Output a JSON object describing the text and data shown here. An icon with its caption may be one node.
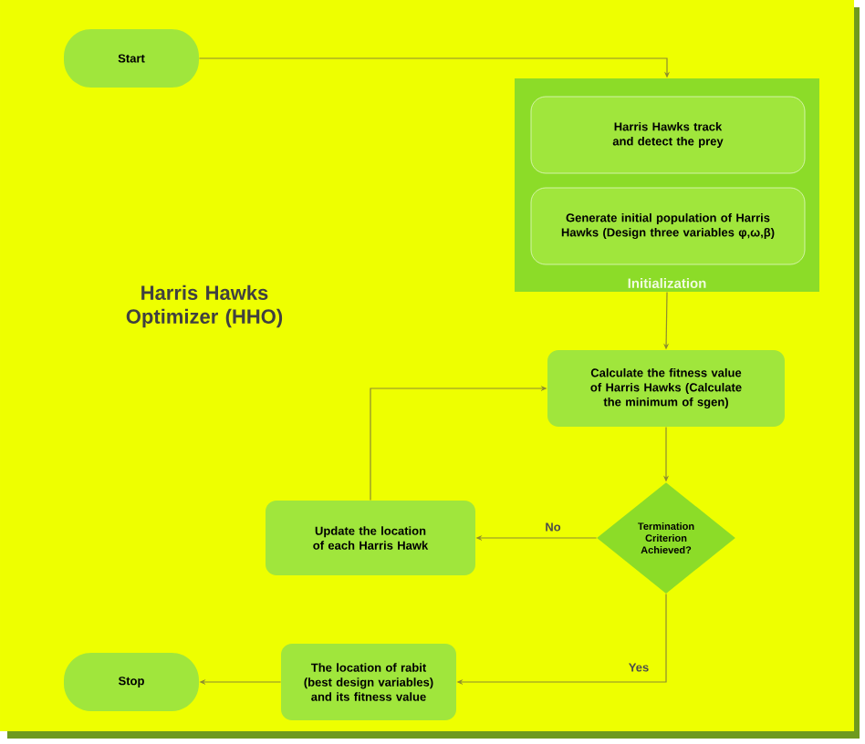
{
  "diagram": {
    "title": "Harris Hawks Optimizer (HHO)",
    "nodes": [
      {
        "text": [
          "Start"
        ]
      },
      {
        "text": [
          "Initialization"
        ]
      },
      {
        "text": [
          "Harris Hawks track and detect the prey"
        ],
        "in": 1
      },
      {
        "text": [
          "Generate initial population of Harris Hawks (Design three variables  φ,ω,β)"
        ],
        "in": 1
      },
      {
        "text": [
          "Calculate the fitness value of Harris Hawks (Calculate the minimum of sgen)"
        ]
      },
      {
        "text": [
          "Termination Criterion Achieved?"
        ]
      },
      {
        "text": [
          "Update the location of each Harris Hawk"
        ]
      },
      {
        "text": [
          "The location of rabit (best design variables) and its fitness value"
        ]
      },
      {
        "text": [
          "Stop"
        ]
      }
    ],
    "edges": [
      {
        "from": 0,
        "to": 1,
        "arrow": "to"
      },
      {
        "from": 1,
        "to": 4,
        "arrow": "to"
      },
      {
        "from": 4,
        "to": 5,
        "arrow": "to"
      },
      {
        "from": 5,
        "to": 6,
        "arrow": "to",
        "label": "No"
      },
      {
        "from": 6,
        "to": 4,
        "arrow": "to"
      },
      {
        "from": 5,
        "to": 7,
        "arrow": "to",
        "label": "Yes"
      },
      {
        "from": 7,
        "to": 8,
        "arrow": "to"
      }
    ]
  }
}
